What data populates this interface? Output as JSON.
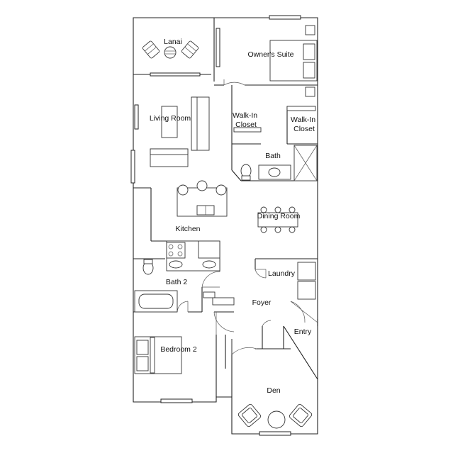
{
  "rooms": {
    "lanai": "Lanai",
    "owners_suite": "Owner's Suite",
    "living_room": "Living Room",
    "walk_in_closet_1": [
      "Walk-In",
      "Closet"
    ],
    "walk_in_closet_2": [
      "Walk-In",
      "Closet"
    ],
    "bath": "Bath",
    "dining_room": "Dining Room",
    "kitchen": "Kitchen",
    "laundry": "Laundry",
    "bath_2": "Bath 2",
    "foyer": "Foyer",
    "entry": "Entry",
    "bedroom_2": "Bedroom 2",
    "den": "Den"
  }
}
